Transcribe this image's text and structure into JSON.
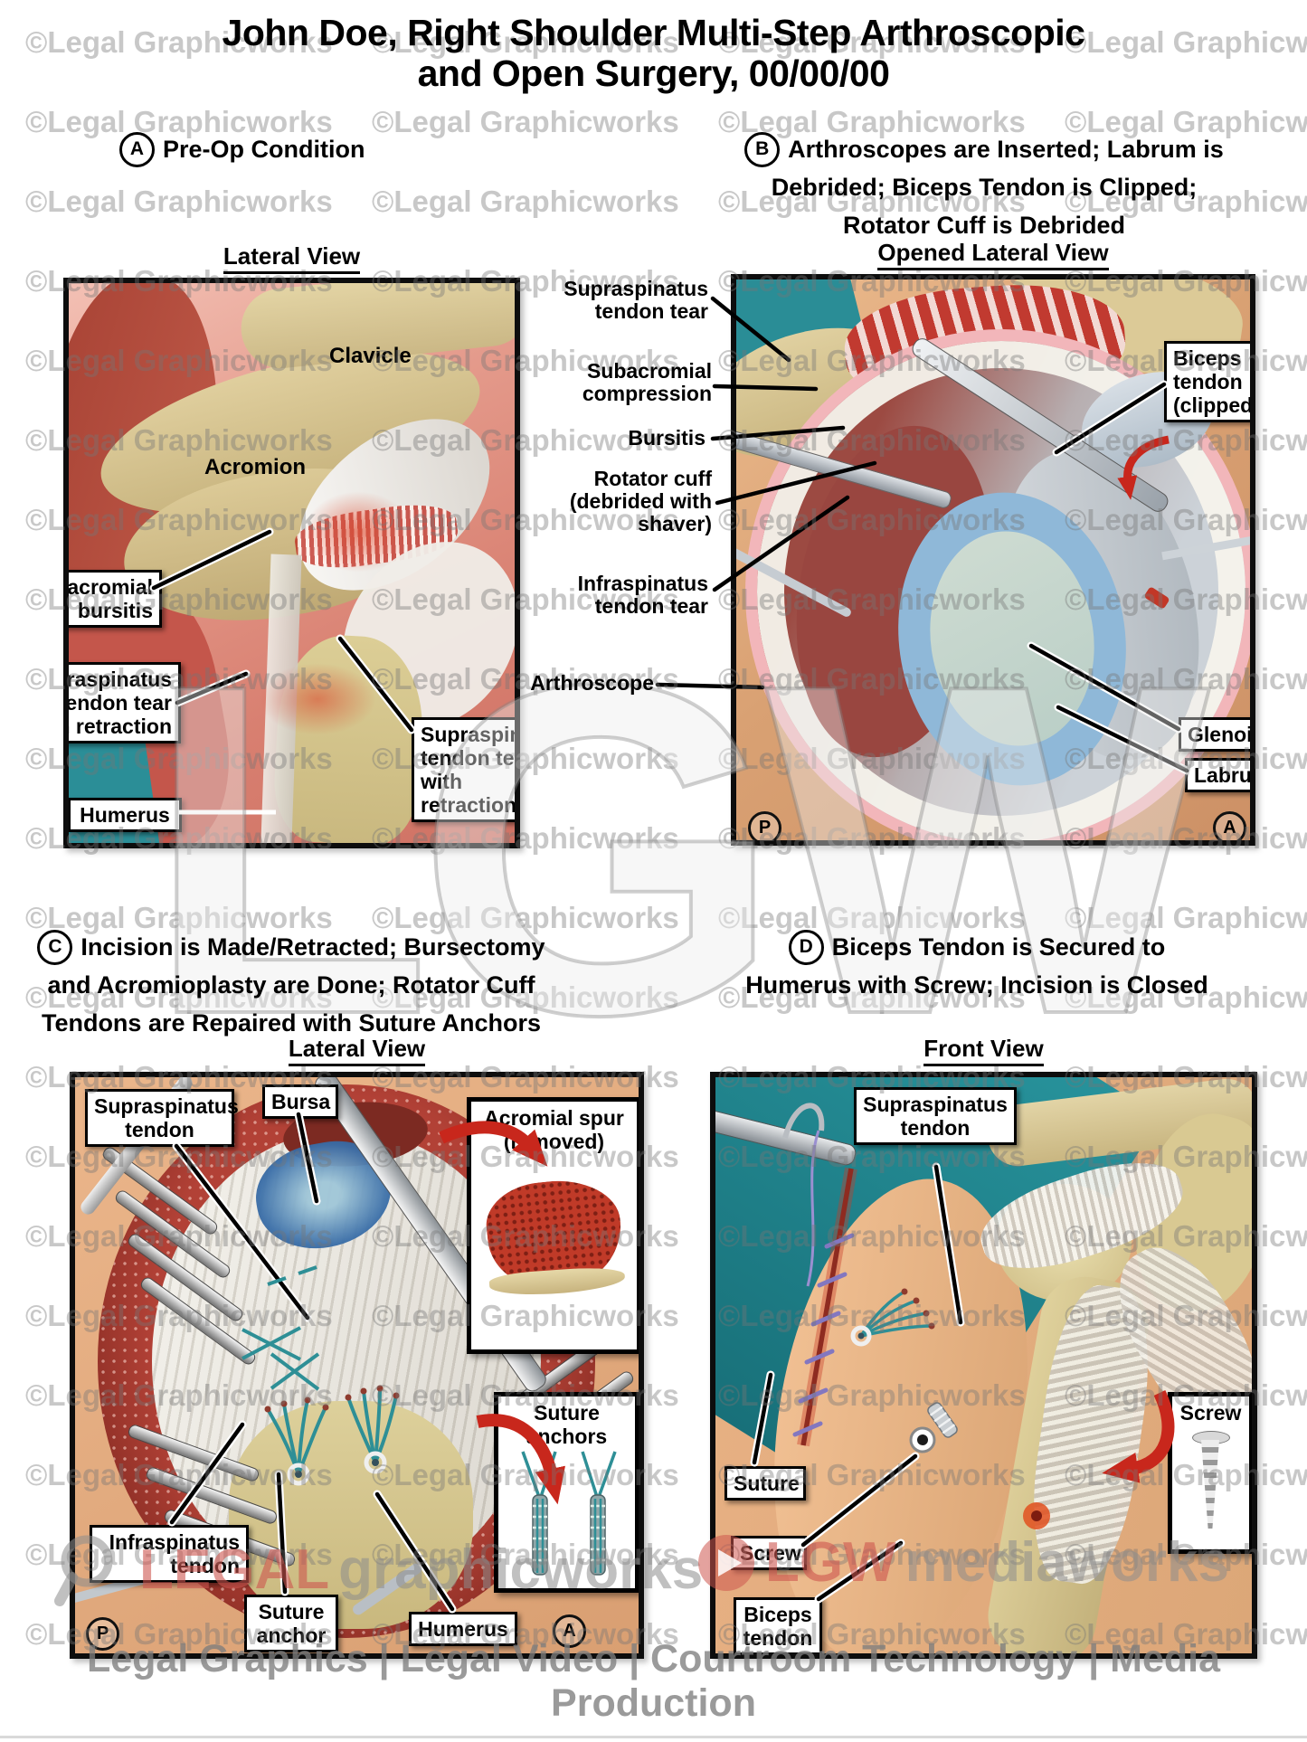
{
  "title": {
    "line1": "John Doe, Right Shoulder Multi-Step Arthroscopic",
    "line2": "and Open Surgery, 00/00/00"
  },
  "footer": "Legal Graphics | Legal Video | Courtroom Technology | Media Production",
  "watermarks": {
    "tile": "©Legal Graphicworks",
    "big": "LGW",
    "left_red": "LEGAL",
    "left_gray": "graphicworks",
    "right_red": "LGW",
    "right_gray": "mediaworks"
  },
  "colors": {
    "arrow_red": "#c8271c",
    "drape_teal": "#2a8d96",
    "suture_teal": "#2e8f96",
    "watermark_gray": "#8a8a8a"
  },
  "sections": {
    "a": {
      "letter": "A",
      "heading": "Pre-Op Condition",
      "view": "Lateral View",
      "labels": {
        "clavicle": "Clavicle",
        "acromion": "Acromion",
        "subacromial_bursitis": "Subacromial bursitis",
        "infraspinatus_tear": "Infraspinatus tendon tear with retraction",
        "humerus": "Humerus",
        "supraspinatus_tear": "Supraspinatus tendon tear with retraction"
      }
    },
    "b": {
      "letter": "B",
      "heading_lines": [
        "Arthroscopes are Inserted; Labrum is",
        "Debrided; Biceps Tendon is Clipped;",
        "Rotator Cuff is Debrided"
      ],
      "view": "Opened Lateral View",
      "labels": {
        "supraspinatus_tear": "Supraspinatus tendon tear",
        "subacromial_compression": "Subacromial compression",
        "bursitis": "Bursitis",
        "rotator_cuff": "Rotator cuff (debrided with shaver)",
        "infraspinatus_tear": "Infraspinatus tendon tear",
        "arthroscope": "Arthroscope",
        "biceps_clipped": "Biceps tendon (clipped)",
        "glenoid": "Glenoid",
        "labrum": "Labrum"
      },
      "orientation": {
        "posterior": "P",
        "anterior": "A"
      }
    },
    "c": {
      "letter": "C",
      "heading_lines": [
        "Incision is Made/Retracted; Bursectomy",
        "and Acromioplasty are Done; Rotator Cuff",
        "Tendons are Repaired with Suture Anchors"
      ],
      "view": "Lateral View",
      "labels": {
        "supraspinatus_tendon": "Supraspinatus tendon",
        "bursa": "Bursa",
        "acromial_spur": "Acromial spur (removed)",
        "suture_anchors": "Suture anchors",
        "infraspinatus_tendon": "Infraspinatus tendon",
        "suture_anchor": "Suture anchor",
        "humerus": "Humerus"
      },
      "orientation": {
        "posterior": "P",
        "anterior": "A"
      }
    },
    "d": {
      "letter": "D",
      "heading_lines": [
        "Biceps Tendon is Secured to",
        "Humerus with Screw; Incision is Closed"
      ],
      "view": "Front View",
      "labels": {
        "supraspinatus_tendon": "Supraspinatus tendon",
        "suture": "Suture",
        "screw": "Screw",
        "biceps_tendon": "Biceps tendon",
        "screw_inset": "Screw"
      }
    }
  }
}
